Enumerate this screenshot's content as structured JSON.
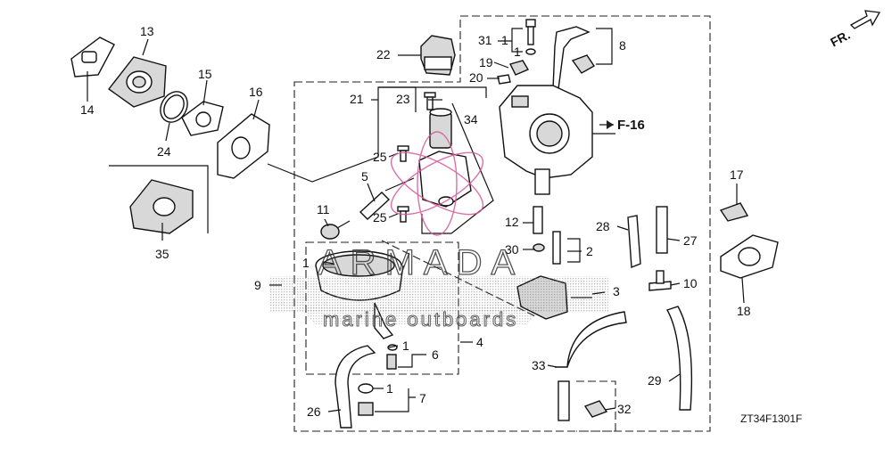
{
  "diagram_code": "ZT34F1301F",
  "direction_label": "FR.",
  "reference_label": "F-16",
  "watermark": {
    "brand": "ARMADA",
    "tagline": "marine outboards",
    "accent_color": "#d6569a"
  },
  "callouts": [
    "1",
    "2",
    "3",
    "4",
    "5",
    "6",
    "7",
    "8",
    "9",
    "10",
    "11",
    "12",
    "13",
    "14",
    "15",
    "16",
    "17",
    "18",
    "19",
    "20",
    "21",
    "22",
    "23",
    "24",
    "25",
    "26",
    "27",
    "28",
    "29",
    "30",
    "31",
    "32",
    "33",
    "34",
    "35"
  ],
  "extra_callouts": {
    "one_b": "1",
    "one_c": "1",
    "one_d": "1",
    "one_e": "1",
    "twentyfive_b": "25"
  }
}
